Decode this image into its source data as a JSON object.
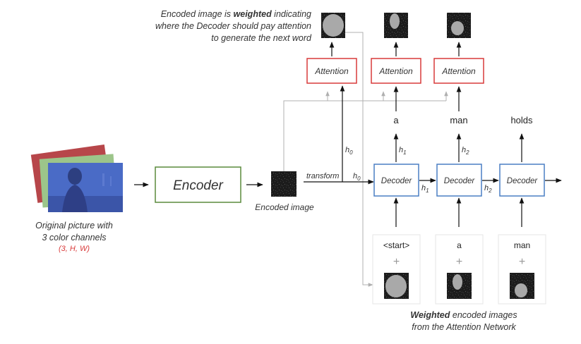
{
  "caption_top": {
    "line1_a": "Encoded image is ",
    "line1_b": "weighted",
    "line1_c": " indicating",
    "line2": "where the Decoder should pay attention",
    "line3": "to generate the next word"
  },
  "input": {
    "line1": "Original picture with",
    "line2": "3 color channels",
    "shape": "(3, H, W)"
  },
  "encoder": {
    "label": "Encoder"
  },
  "encoded_image": {
    "label": "Encoded image"
  },
  "transform_label": "transform",
  "h0_label": "h",
  "h0_sub": "0",
  "decoders": [
    {
      "label": "Decoder",
      "output_word": "a",
      "hidden": "h",
      "hidden_sub": "1"
    },
    {
      "label": "Decoder",
      "output_word": "man",
      "hidden": "h",
      "hidden_sub": "2"
    },
    {
      "label": "Decoder",
      "output_word": "holds"
    }
  ],
  "attention": [
    {
      "label": "Attention"
    },
    {
      "label": "Attention"
    },
    {
      "label": "Attention"
    }
  ],
  "inputs": [
    {
      "word": "<start>",
      "plus": "+"
    },
    {
      "word": "a",
      "plus": "+"
    },
    {
      "word": "man",
      "plus": "+"
    }
  ],
  "caption_bottom": {
    "line1_a": "Weighted",
    "line1_b": " encoded images",
    "line2": "from the Attention Network"
  },
  "colors": {
    "encoder_border": "#5a8a3c",
    "decoder_border": "#4a7fc4",
    "attention_border": "#d93a3a",
    "shape_text": "#d93a3a",
    "gray_line": "#b0b0b0",
    "noise": "#1c1c1c"
  }
}
